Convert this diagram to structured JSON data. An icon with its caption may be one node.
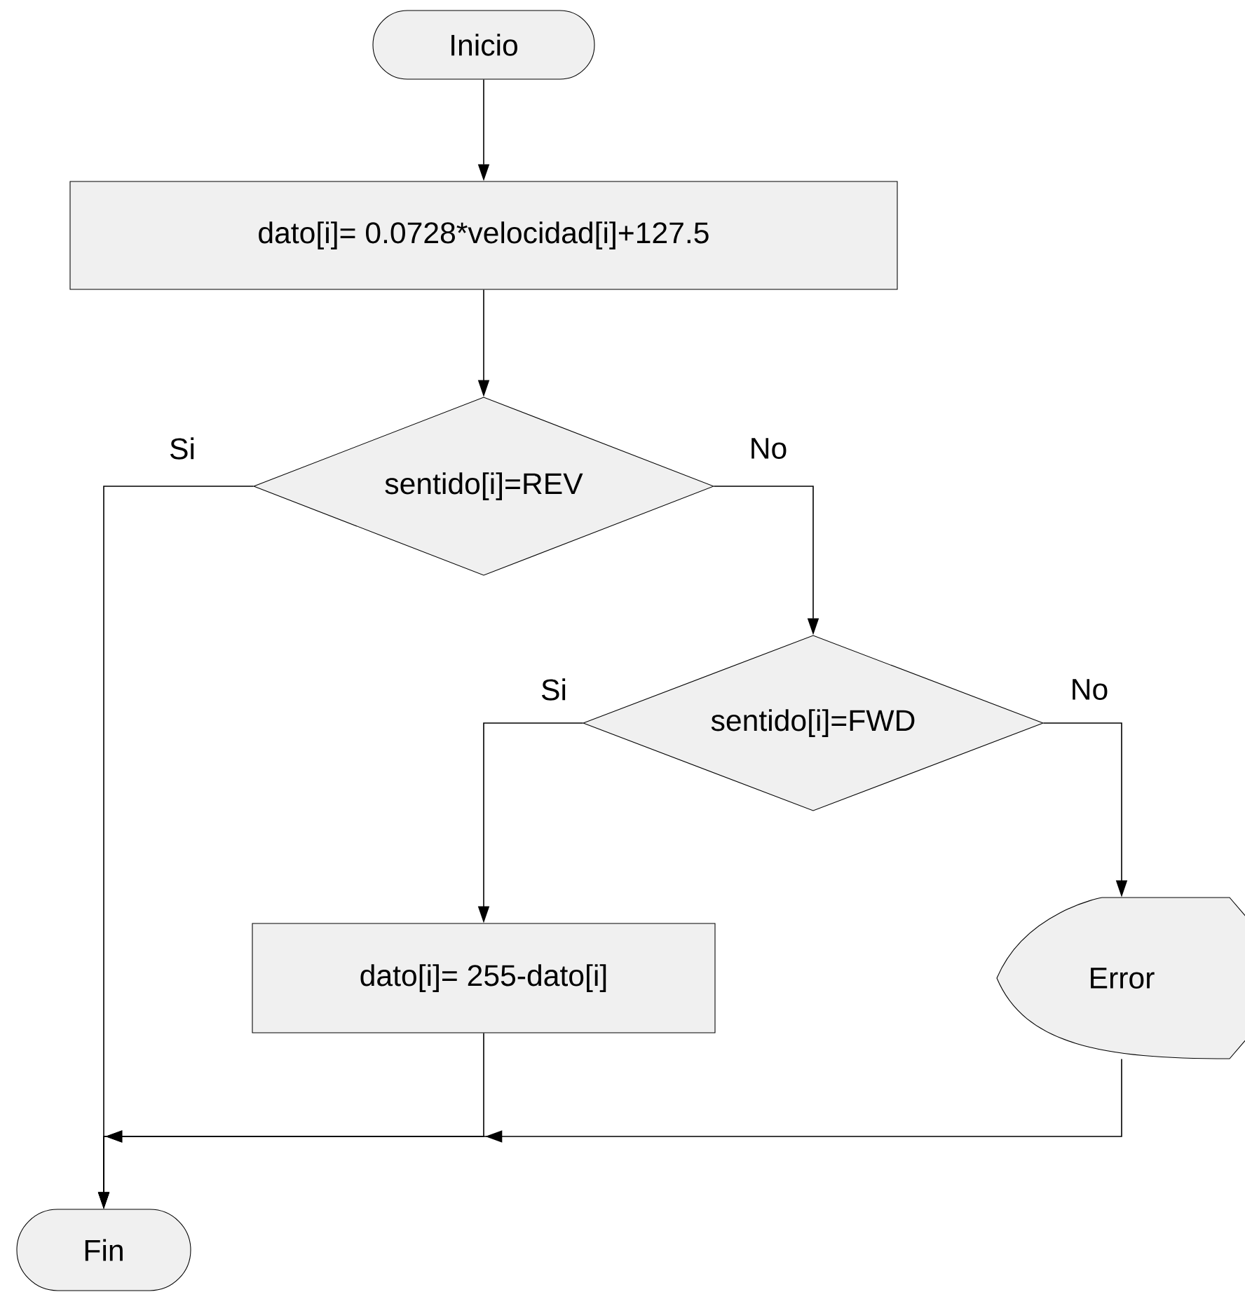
{
  "diagram": {
    "nodes": [
      {
        "text": [
          "Inicio"
        ]
      },
      {
        "text": [
          "dato[i]=   0.0728*velocidad[i]+127.5"
        ]
      },
      {
        "text": [
          "sentido[i]=REV"
        ]
      },
      {
        "text": [
          "sentido[i]=FWD"
        ]
      },
      {
        "text": [
          "dato[i]=   255-dato[i]"
        ]
      },
      {
        "text": [
          "Error"
        ]
      },
      {
        "text": [
          "Fin"
        ]
      }
    ],
    "edges": [
      {
        "from": 0,
        "to": 1,
        "arrow": "to"
      },
      {
        "from": 1,
        "to": 2,
        "arrow": "to"
      },
      {
        "from": 2,
        "to": 6,
        "arrow": "to",
        "label": "Si"
      },
      {
        "from": 2,
        "to": 3,
        "arrow": "to",
        "label": "No"
      },
      {
        "from": 3,
        "to": 4,
        "arrow": "to",
        "label": "Si"
      },
      {
        "from": 3,
        "to": 5,
        "arrow": "to",
        "label": "No"
      },
      {
        "from": 4,
        "to": 6,
        "arrow": "to"
      },
      {
        "from": 5,
        "to": 6,
        "arrow": "to"
      }
    ]
  }
}
